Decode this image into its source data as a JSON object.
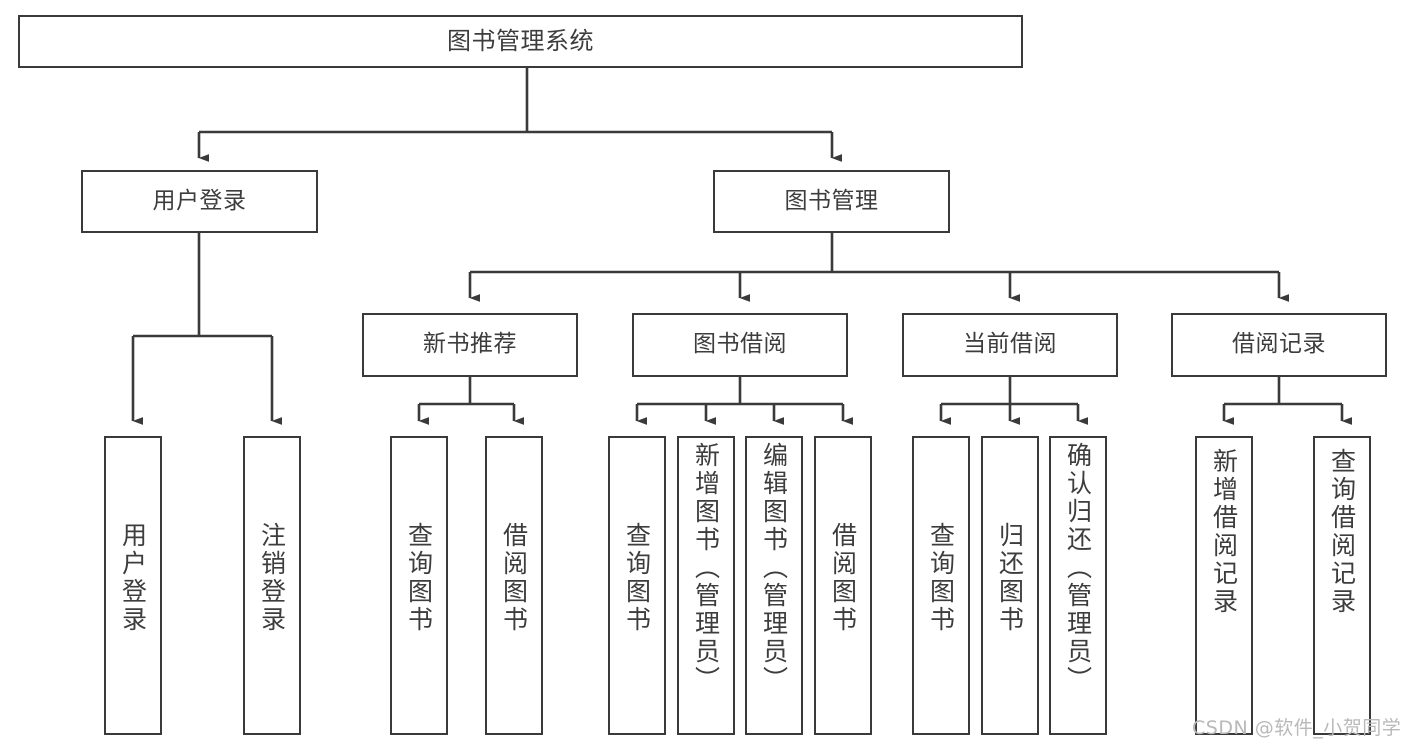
{
  "diagram": {
    "type": "tree",
    "title": "图书管理系统",
    "watermark": "CSDN @软件_小贺同学",
    "colors": {
      "box_border": "#3a3a3a",
      "box_fill": "#ffffff",
      "edge": "#3a3a3a",
      "text": "#3d3d3d",
      "watermark": "#b9b9b9"
    },
    "nodes": {
      "root": "图书管理系统",
      "level2": [
        "用户登录",
        "图书管理"
      ],
      "level3": [
        "新书推荐",
        "图书借阅",
        "当前借阅",
        "借阅记录"
      ],
      "leaves_user_login": [
        "用户登录",
        "注销登录"
      ],
      "leaves_new_book": [
        "查询图书",
        "借阅图书"
      ],
      "leaves_borrow": [
        "查询图书",
        "新增图书（管理员）",
        "编辑图书（管理员）",
        "借阅图书"
      ],
      "leaves_current": [
        "查询图书",
        "归还图书",
        "确认归还（管理员）"
      ],
      "leaves_records": [
        "新增借阅记录",
        "查询借阅记录"
      ]
    }
  }
}
